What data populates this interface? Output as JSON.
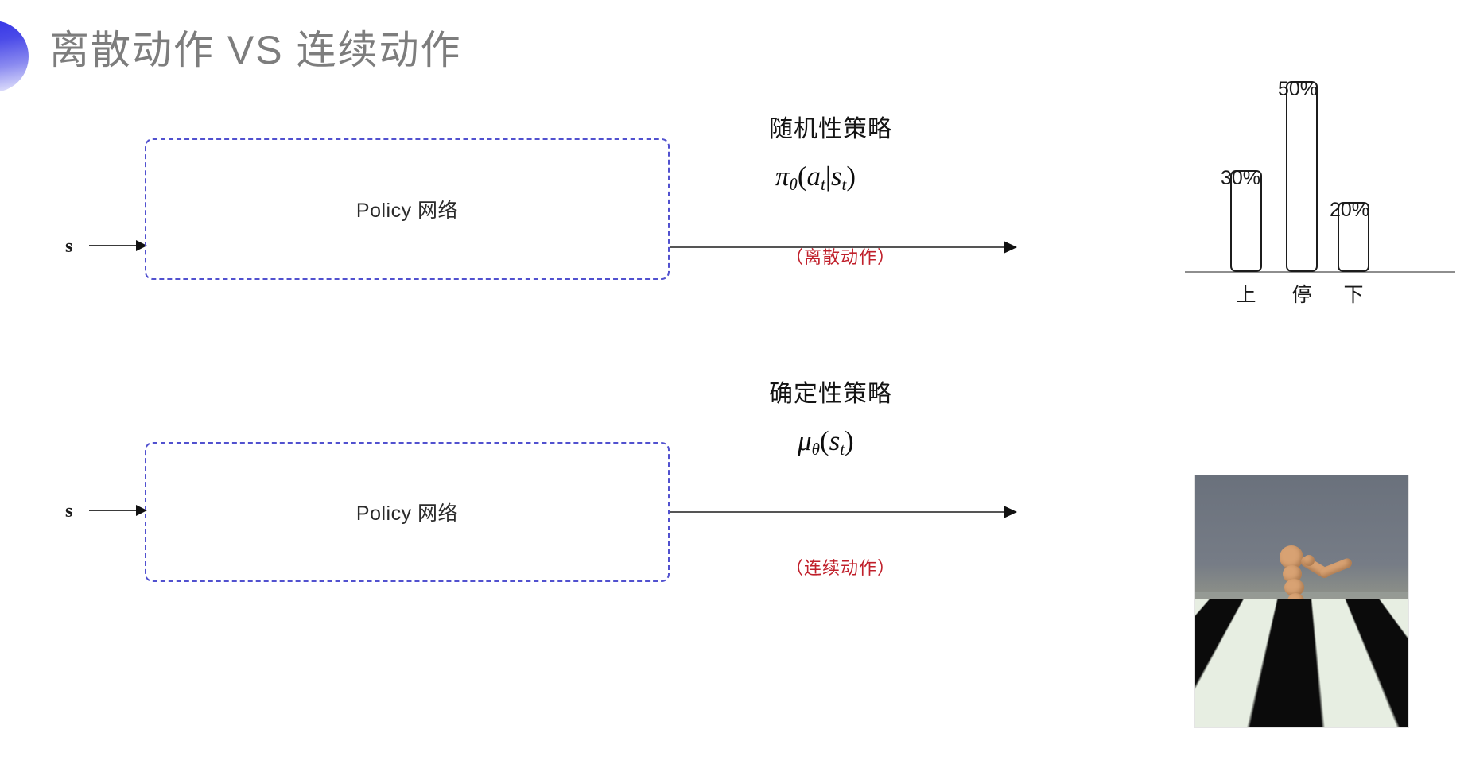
{
  "slide": {
    "title": "离散动作 VS 连续动作",
    "title_color": "#7d7d7d",
    "decor_icon": "half-circle-gradient",
    "accent_color": "#3434e6",
    "box_border_color": "#5151cf",
    "note_color": "#c0202b"
  },
  "flows": [
    {
      "id": "discrete",
      "input_label": "s",
      "box_label": "Policy 网络",
      "policy_kind": "随机性策略",
      "formula_plain": "π_θ(a_t|s_t)",
      "formula": {
        "fn": "π",
        "sub": "θ",
        "open": "(",
        "arg1": "a",
        "arg1sub": "t",
        "bar": "|",
        "arg2": "s",
        "arg2sub": "t",
        "close": ")"
      },
      "action_note": "（离散动作）",
      "output_type": "bar-chart"
    },
    {
      "id": "continuous",
      "input_label": "s",
      "box_label": "Policy 网络",
      "policy_kind": "确定性策略",
      "formula_plain": "μ_θ(s_t)",
      "formula": {
        "fn": "μ",
        "sub": "θ",
        "open": "(",
        "arg1": "s",
        "arg1sub": "t",
        "bar": "",
        "arg2": "",
        "arg2sub": "",
        "close": ")"
      },
      "action_note": "（连续动作）",
      "output_type": "humanoid-simulation-image"
    }
  ],
  "chart_data": {
    "type": "bar",
    "title": "",
    "xlabel": "",
    "ylabel": "",
    "categories": [
      "上",
      "停",
      "下"
    ],
    "values": [
      30,
      50,
      20
    ],
    "value_labels": [
      "30%",
      "50%",
      "20%"
    ],
    "ylim": [
      0,
      60
    ],
    "grid": false,
    "legend": "none",
    "bar_fill": "#ffffff",
    "bar_stroke": "#1c1c1c"
  },
  "sim_image": {
    "description": "MuJoCo humanoid kneeling on black-and-white checkerboard floor",
    "sky_color": "#6f7680",
    "body_color": "#d8a273",
    "floor_colors": [
      "#0b0b0b",
      "#e7eee2"
    ]
  }
}
